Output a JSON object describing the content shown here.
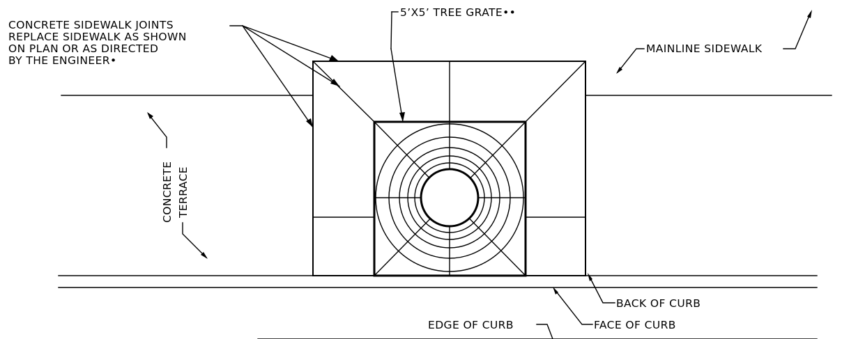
{
  "labels": {
    "joints_line1": "CONCRETE SIDEWALK JOINTS",
    "joints_line2": "REPLACE SIDEWALK AS SHOWN",
    "joints_line3": "ON PLAN OR AS DIRECTED",
    "joints_line4": "BY THE ENGINEER•",
    "tree_grate": "5’X5’ TREE GRATE••",
    "mainline_sidewalk": "MAINLINE SIDEWALK",
    "terrace_line1": "CONCRETE",
    "terrace_line2": "TERRACE",
    "back_of_curb": "BACK OF CURB",
    "edge_of_curb": "EDGE OF CURB",
    "face_of_curb": "FACE OF CURB"
  },
  "colors": {
    "lines": "#000000",
    "background": "#ffffff"
  }
}
